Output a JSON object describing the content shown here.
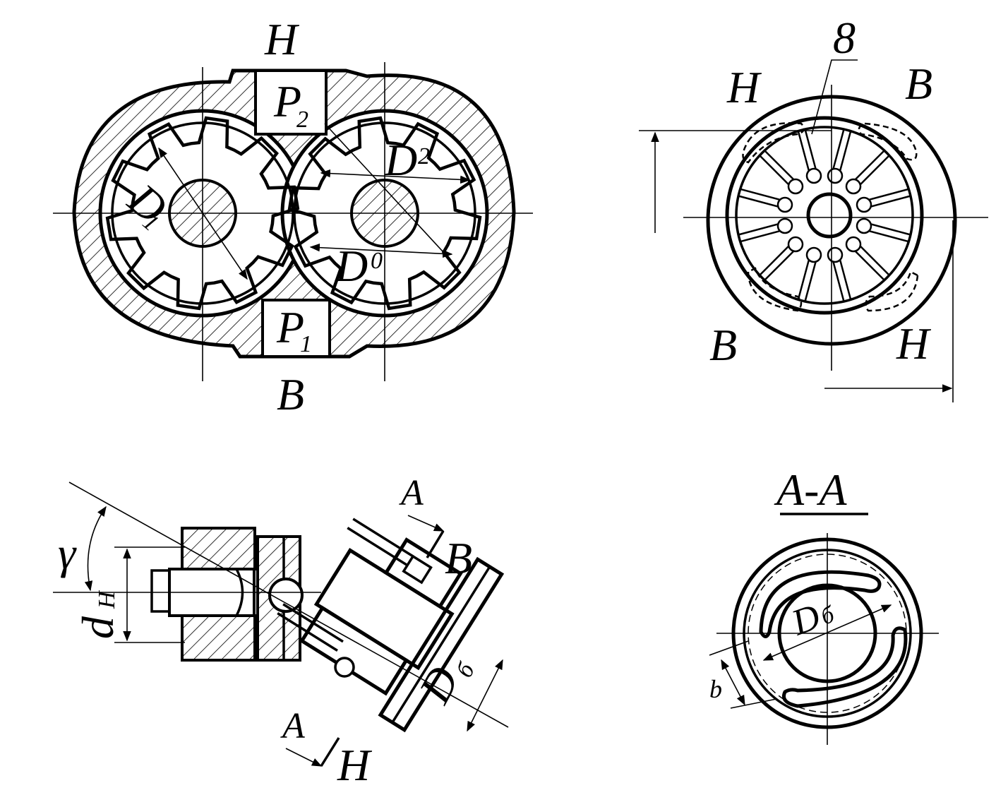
{
  "gear_pump": {
    "label_top": "Н",
    "label_bottom": "В",
    "p2": {
      "main": "P",
      "sub": "2"
    },
    "p1": {
      "main": "P",
      "sub": "1"
    },
    "d1": {
      "main": "D",
      "sub": "1"
    },
    "d2": {
      "main": "D",
      "sub": "2"
    },
    "d0": {
      "main": "D",
      "sub": "0"
    }
  },
  "radial_pump": {
    "callout": "8",
    "label_top_left": "Н",
    "label_top_right": "В",
    "label_bottom_left": "В",
    "label_bottom_right": "Н"
  },
  "axial_pump": {
    "gamma": "γ",
    "dh": {
      "main": "d",
      "sub": "Н"
    },
    "db": {
      "main": "D",
      "sub": "б"
    },
    "section_top": "A",
    "section_bottom": "A",
    "label_b": "В",
    "label_h": "Н"
  },
  "section_aa": {
    "title": "A-A",
    "db": {
      "main": "D",
      "sub": "б"
    },
    "b": "b"
  }
}
